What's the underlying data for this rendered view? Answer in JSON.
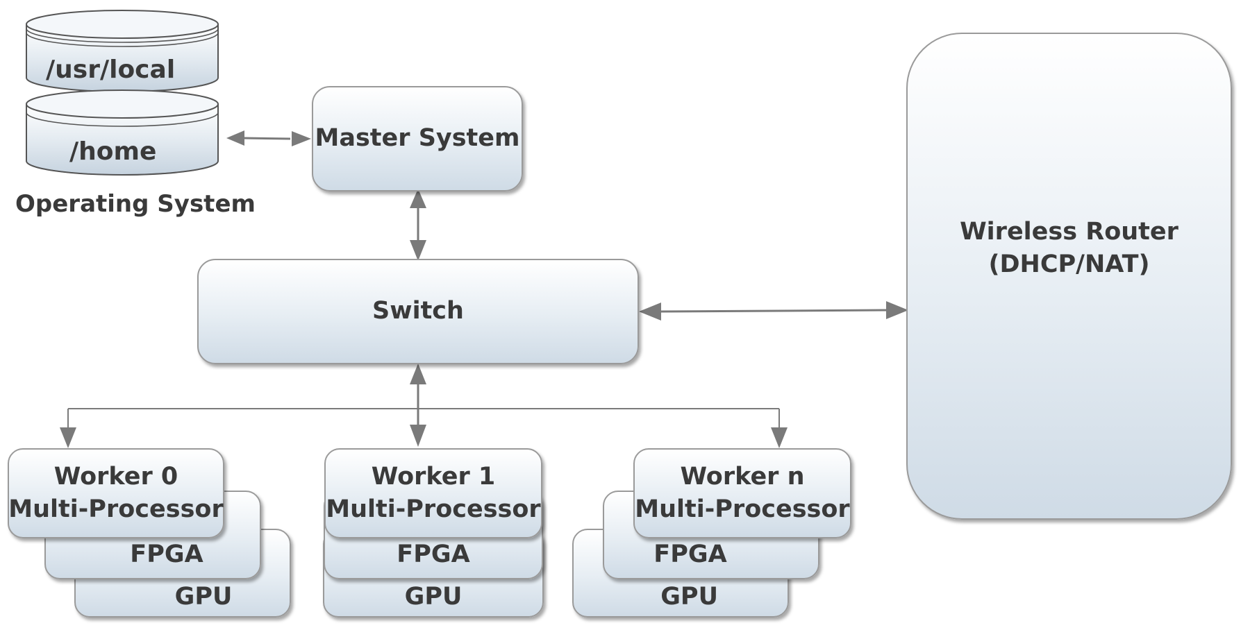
{
  "storage": {
    "disk_top_label": "/usr/local",
    "disk_bottom_label": "/home",
    "caption": "Operating System"
  },
  "master": {
    "label": "Master System"
  },
  "switch": {
    "label": "Switch"
  },
  "router": {
    "line1": "Wireless Router",
    "line2": "(DHCP/NAT)"
  },
  "workers": [
    {
      "name": "Worker 0",
      "proc": "Multi-Processor",
      "fpga": "FPGA",
      "gpu": "GPU"
    },
    {
      "name": "Worker 1",
      "proc": "Multi-Processor",
      "fpga": "FPGA",
      "gpu": "GPU"
    },
    {
      "name": "Worker n",
      "proc": "Multi-Processor",
      "fpga": "FPGA",
      "gpu": "GPU"
    }
  ]
}
